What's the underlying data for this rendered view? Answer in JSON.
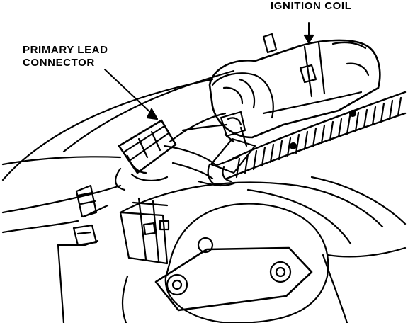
{
  "diagram": {
    "callouts": {
      "ignition_coil": "IGNITION COIL",
      "primary_lead_line1": "PRIMARY LEAD",
      "primary_lead_line2": "CONNECTOR"
    }
  }
}
